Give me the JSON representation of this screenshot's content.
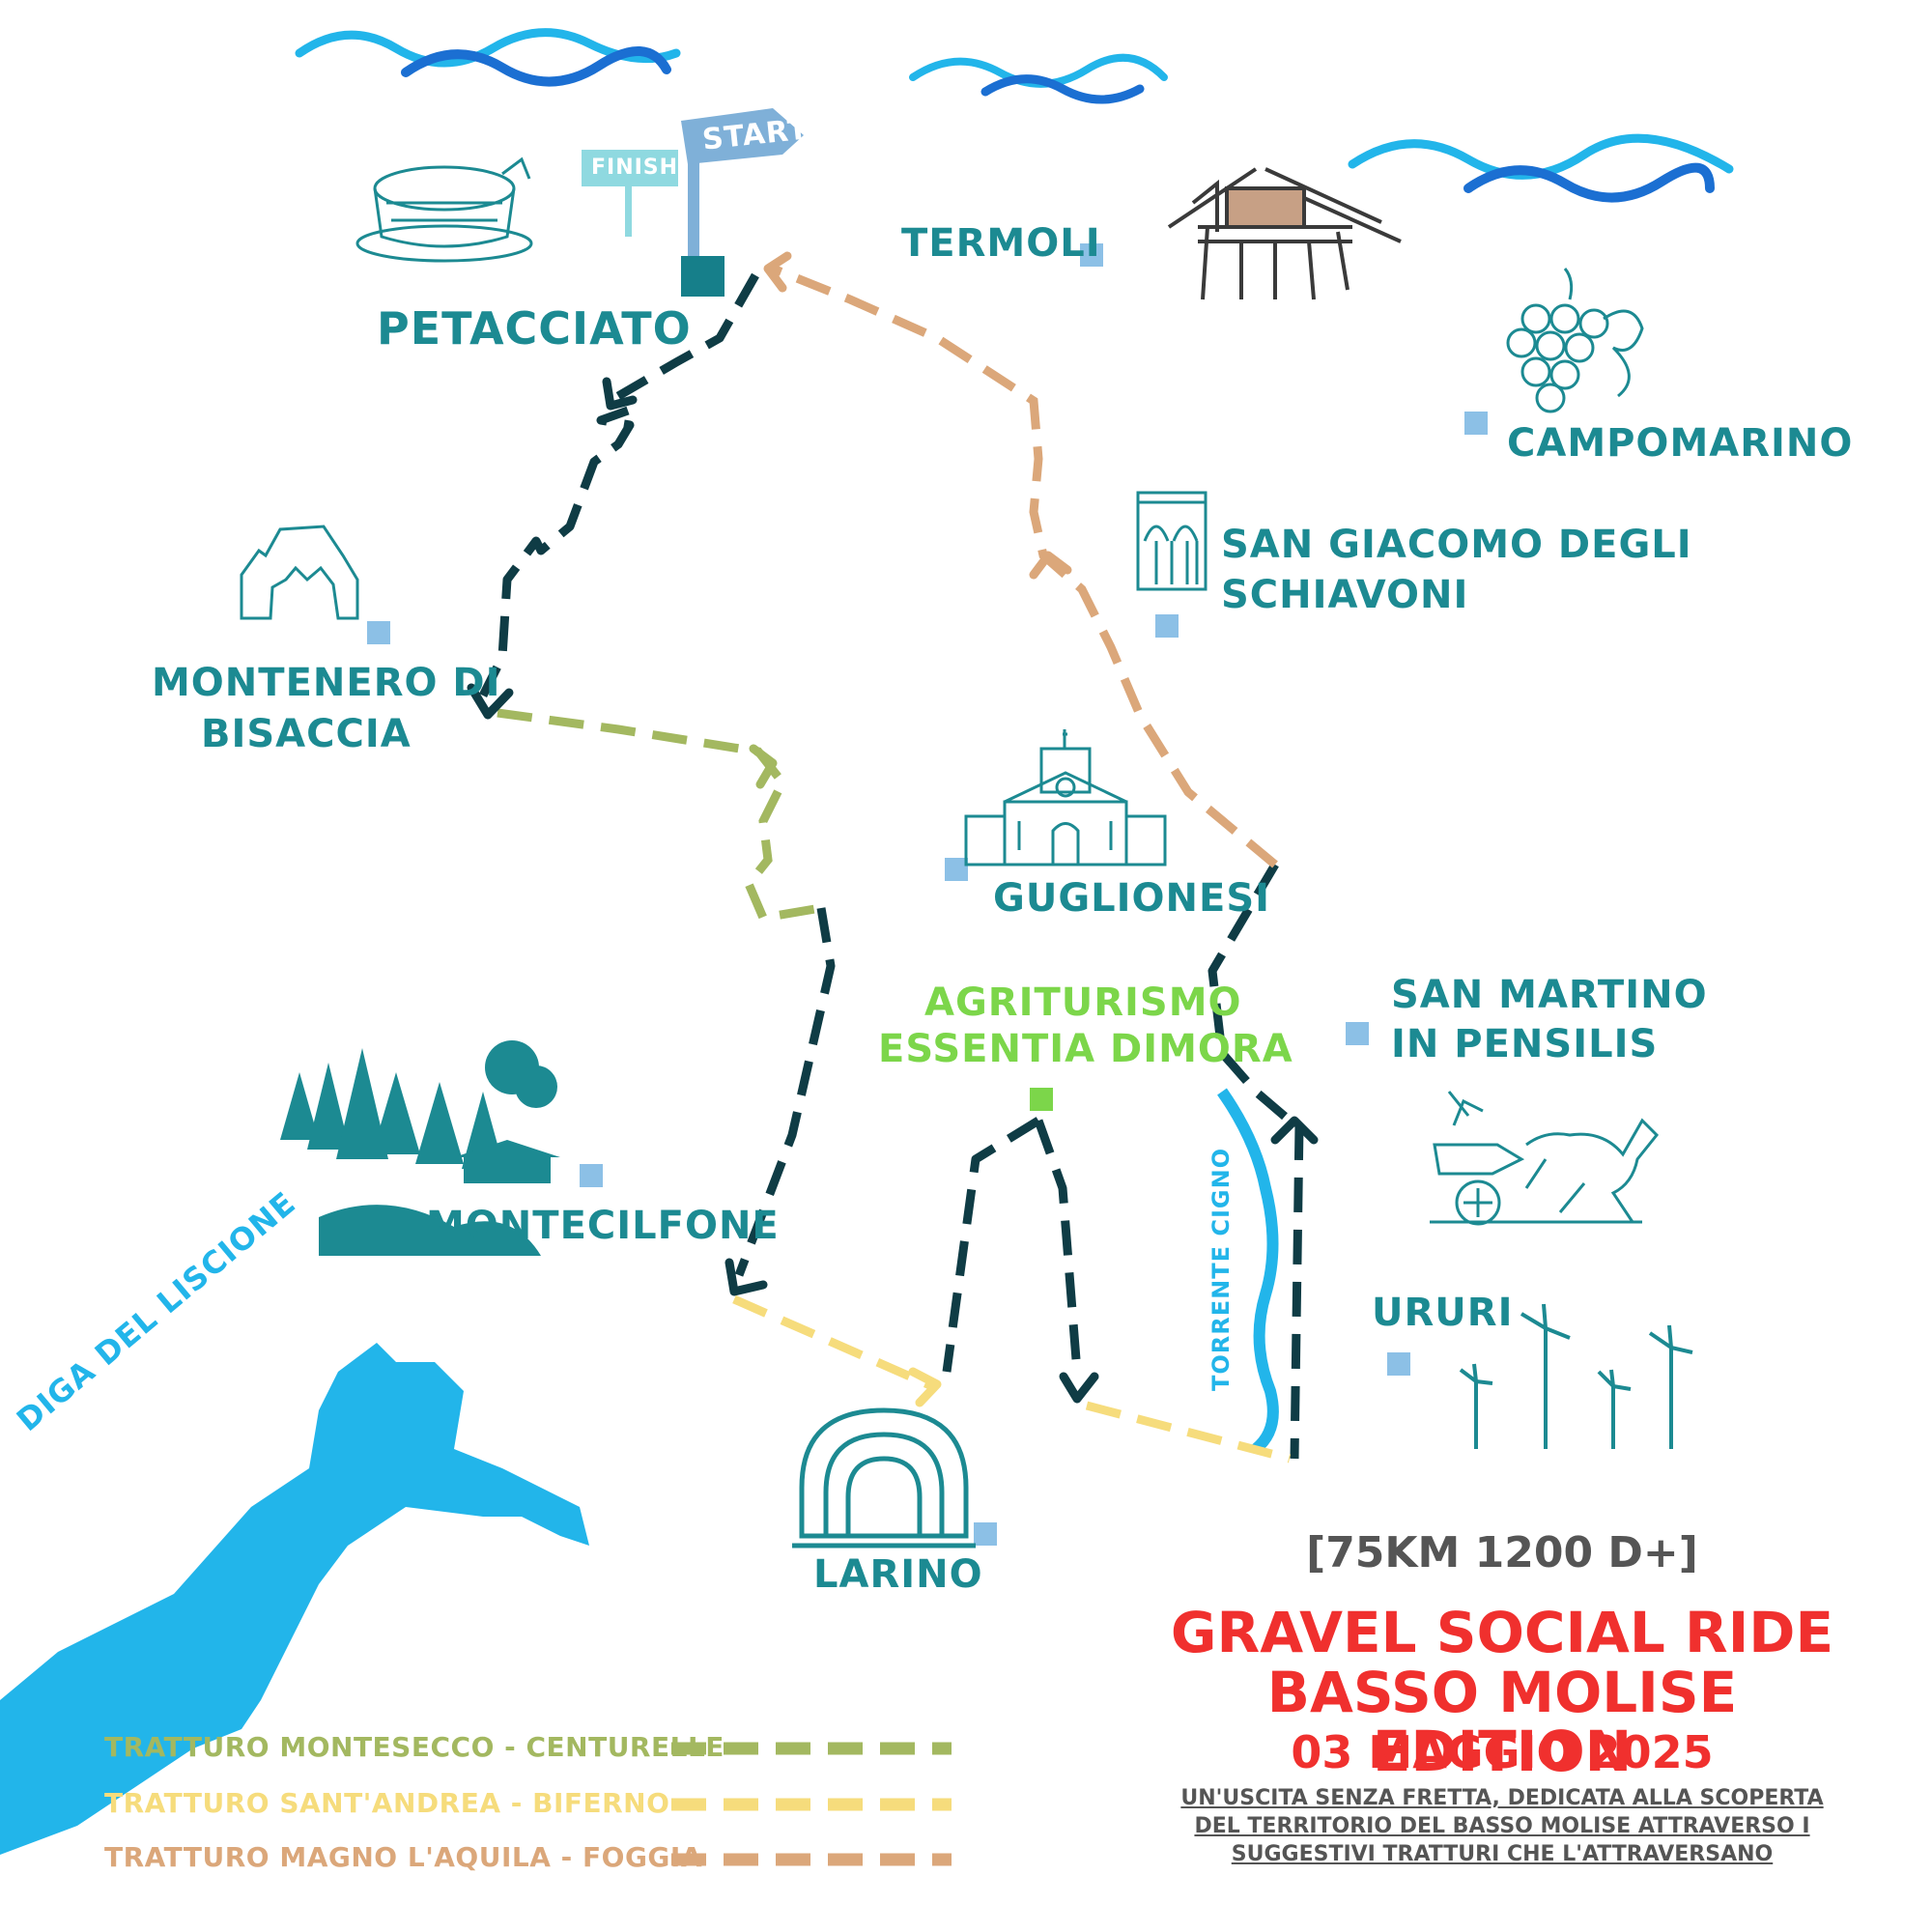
{
  "flags": {
    "start": "START",
    "finish": "FINISH"
  },
  "towns": {
    "petacciato": "PETACCIATO",
    "termoli": "TERMOLI",
    "campomarino": "CAMPOMARINO",
    "san_giacomo_1": "SAN GIACOMO DEGLI",
    "san_giacomo_2": "SCHIAVONI",
    "montenero_1": "MONTENERO DI",
    "montenero_2": "BISACCIA",
    "guglionesi": "GUGLIONESI",
    "agriturismo_1": "AGRITURISMO",
    "agriturismo_2": "ESSENTIA DIMORA",
    "san_martino_1": "SAN MARTINO",
    "san_martino_2": "IN PENSILIS",
    "montecilfone": "MONTECILFONE",
    "ururi": "URURI",
    "larino": "LARINO"
  },
  "features": {
    "lake": "DIGA DEL LISCIONE",
    "river": "TORRENTE CIGNO"
  },
  "legend": [
    {
      "label": "TRATTURO MONTESECCO - CENTURELLE",
      "color": "#a3b860"
    },
    {
      "label": "TRATTURO SANT'ANDREA - BIFERNO",
      "color": "#f6dc7c"
    },
    {
      "label": "TRATTURO MAGNO L'AQUILA - FOGGIA",
      "color": "#dba77a"
    }
  ],
  "event": {
    "stats": "[75KM 1200 D+]",
    "title_1": "GRAVEL SOCIAL RIDE",
    "title_2": "BASSO MOLISE EDITION",
    "date": "03 MAGGIO 2025",
    "desc_1": "UN'USCITA SENZA FRETTA, DEDICATA ALLA SCOPERTA",
    "desc_2": "DEL TERRITORIO DEL BASSO MOLISE ATTRAVERSO I",
    "desc_3": "SUGGESTIVI TRATTURI CHE L'ATTRAVERSANO"
  },
  "colors": {
    "teal": "#1c8a92",
    "route_dark": "#0f3c45",
    "green": "#a3b860",
    "yellow": "#f6dc7c",
    "orange": "#dba77a",
    "water": "#22b5ea",
    "marker": "#8cc0e6",
    "agri": "#7cd64a",
    "red": "#f0302e"
  }
}
